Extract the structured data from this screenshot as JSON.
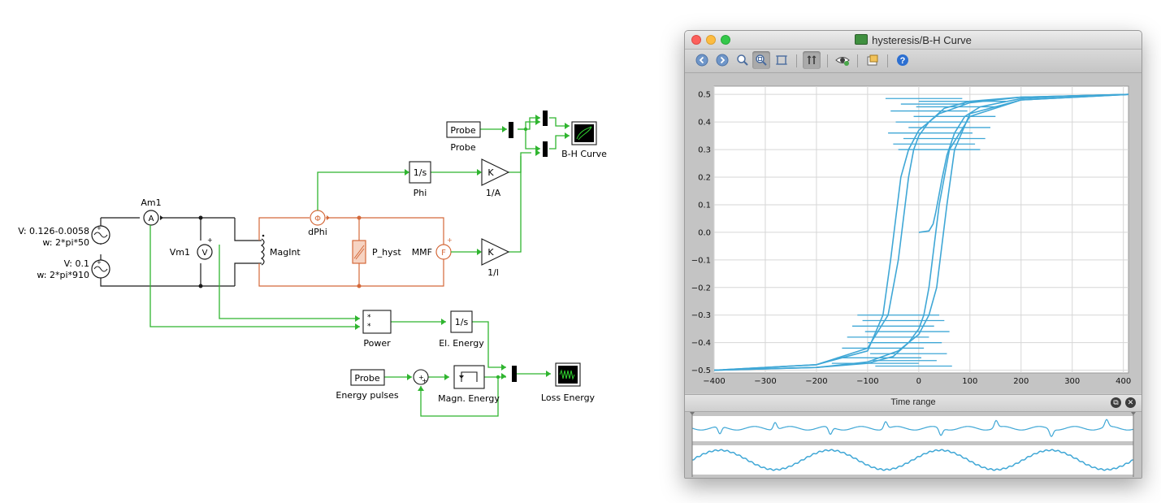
{
  "diagram": {
    "source1": {
      "label_v": "V: 0.126-0.0058",
      "label_w": "w: 2*pi*50"
    },
    "source2": {
      "label_v": "V: 0.1",
      "label_w": "w: 2*pi*910"
    },
    "ammeter": {
      "name": "Am1",
      "symbol": "A"
    },
    "voltmeter": {
      "name": "Vm1",
      "symbol": "V"
    },
    "winding": {
      "name": "MagInt"
    },
    "flux_meter": {
      "name": "dPhi",
      "symbol": "Φ"
    },
    "hysteresis": {
      "name": "P_hyst"
    },
    "mmf_meter": {
      "name": "MMF",
      "symbol": "F"
    },
    "integrator_phi": {
      "name": "Phi",
      "expr": "1/s"
    },
    "gain_a": {
      "name": "1/A",
      "symbol": "K"
    },
    "gain_l": {
      "name": "1/l",
      "symbol": "K"
    },
    "probe_top": {
      "box": "Probe",
      "name": "Probe"
    },
    "scope_bh": {
      "name": "B-H Curve"
    },
    "power": {
      "name": "Power",
      "sym1": "*",
      "sym2": "*"
    },
    "integrator_el": {
      "name": "El. Energy",
      "expr": "1/s"
    },
    "probe_pulses": {
      "box": "Probe",
      "name": "Energy pulses"
    },
    "sum": {
      "symbol": "+",
      "plus": "+"
    },
    "magn_energy": {
      "name": "Magn. Energy"
    },
    "scope_loss": {
      "name": "Loss Energy"
    }
  },
  "window": {
    "title": "hysteresis/B-H Curve",
    "toolbar": [
      "back-icon",
      "forward-icon",
      "zoom-icon",
      "zoom-fit-icon",
      "autoscale-icon",
      "cursors-icon",
      "visibility-icon",
      "export-icon",
      "help-icon"
    ],
    "time_range_label": "Time range",
    "colors": {
      "trace": "#3fa7d6",
      "plot_bg": "#ffffff",
      "chrome": "#c4c4c4"
    }
  },
  "chart_data": {
    "type": "line",
    "title": "",
    "xlabel": "",
    "ylabel": "",
    "xlim": [
      -400,
      410
    ],
    "ylim": [
      -0.51,
      0.53
    ],
    "x_ticks": [
      -400,
      -300,
      -200,
      -100,
      0,
      100,
      200,
      300,
      400
    ],
    "y_ticks": [
      0.5,
      0.4,
      0.3,
      0.2,
      0.1,
      0.0,
      -0.1,
      -0.2,
      -0.3,
      -0.4,
      -0.5
    ],
    "x_tick_labels": [
      "−400",
      "−300",
      "−200",
      "−100",
      "0",
      "100",
      "200",
      "300",
      "400"
    ],
    "y_tick_labels": [
      "0.5",
      "0.4",
      "0.3",
      "0.2",
      "0.1",
      "0.0",
      "−0.1",
      "−0.2",
      "−0.3",
      "−0.4",
      "−0.5"
    ],
    "grid": true,
    "series": [
      {
        "x": [
          0,
          20,
          28,
          33,
          38,
          45,
          55,
          70,
          90,
          120,
          200,
          300,
          410
        ],
        "y": [
          0.0,
          0.005,
          0.03,
          0.07,
          0.12,
          0.19,
          0.28,
          0.36,
          0.42,
          0.455,
          0.485,
          0.495,
          0.5
        ]
      },
      {
        "x": [
          410,
          200,
          100,
          40,
          0,
          -20,
          -35,
          -45,
          -55,
          -70,
          -100,
          -200,
          -400
        ],
        "y": [
          0.5,
          0.49,
          0.47,
          0.43,
          0.37,
          0.3,
          0.2,
          0.05,
          -0.1,
          -0.3,
          -0.43,
          -0.48,
          -0.5
        ]
      },
      {
        "x": [
          -400,
          -200,
          -100,
          -40,
          0,
          20,
          35,
          45,
          55,
          70,
          100,
          200,
          410
        ],
        "y": [
          -0.5,
          -0.49,
          -0.47,
          -0.43,
          -0.37,
          -0.3,
          -0.2,
          -0.05,
          0.1,
          0.3,
          0.43,
          0.48,
          0.5
        ]
      },
      {
        "x": [
          410,
          200,
          100,
          50,
          20,
          0,
          -10,
          -20,
          -30,
          -40,
          -60,
          -100,
          -200,
          -400
        ],
        "y": [
          0.5,
          0.49,
          0.475,
          0.45,
          0.4,
          0.35,
          0.3,
          0.2,
          0.05,
          -0.1,
          -0.3,
          -0.42,
          -0.48,
          -0.5
        ]
      },
      {
        "x": [
          -400,
          -200,
          -100,
          -50,
          -20,
          0,
          10,
          20,
          30,
          40,
          60,
          100,
          200,
          410
        ],
        "y": [
          -0.5,
          -0.49,
          -0.475,
          -0.45,
          -0.4,
          -0.35,
          -0.3,
          -0.2,
          -0.05,
          0.1,
          0.3,
          0.42,
          0.48,
          0.5
        ]
      }
    ],
    "minor_loops_upper": {
      "x_start": [
        -40,
        -50,
        -30,
        -60,
        -20,
        -45,
        -10,
        -55,
        -5,
        -35,
        0,
        -65
      ],
      "x_end": [
        120,
        110,
        130,
        105,
        140,
        100,
        150,
        95,
        160,
        90,
        170,
        85
      ],
      "y": [
        0.3,
        0.32,
        0.34,
        0.36,
        0.38,
        0.4,
        0.42,
        0.44,
        0.455,
        0.465,
        0.475,
        0.485
      ]
    },
    "minor_loops_lower": {
      "x_start": [
        40,
        50,
        30,
        60,
        20,
        45,
        10,
        55,
        5,
        35,
        0,
        65
      ],
      "x_end": [
        -120,
        -110,
        -130,
        -105,
        -140,
        -100,
        -150,
        -95,
        -160,
        -90,
        -170,
        -85
      ],
      "y": [
        -0.3,
        -0.32,
        -0.34,
        -0.36,
        -0.38,
        -0.4,
        -0.42,
        -0.44,
        -0.455,
        -0.465,
        -0.475,
        -0.485
      ]
    }
  }
}
